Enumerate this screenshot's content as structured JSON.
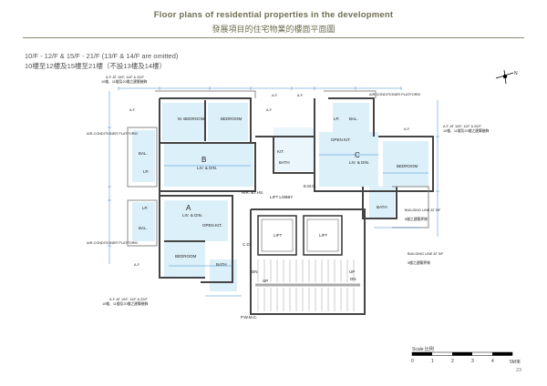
{
  "header": {
    "title_en": "Floor plans of residential properties in the development",
    "title_zh": "發展項目的住宅物業的樓面平面圖"
  },
  "floors": {
    "en": "10/F - 12/F & 15/F - 21/F (13/F & 14/F are omitted)",
    "zh": "10樓至12樓及15樓至21樓（不設13樓及14樓）"
  },
  "plan": {
    "north": "N",
    "flats": {
      "a": "A",
      "b": "B",
      "c": "C"
    },
    "rooms": {
      "m_bedroom": "M. BEDROOM",
      "bedroom": "BEDROOM",
      "liv_din": "LIV. & DIN.",
      "bal": "BAL.",
      "open_kit": "OPEN KIT.",
      "bath": "BATH",
      "kit": "KIT.",
      "lp": "LP.",
      "emc": "E.M.C.",
      "lift": "LIFT",
      "lift_lobby": "LIFT LOBBY",
      "hr_fhr": "H/R. &T.HS.",
      "cd": "C.D.",
      "pwmc": "P.W.M.C.",
      "up": "UP",
      "dn": "DN"
    },
    "notes": {
      "af": "A.F.",
      "ac_platform": "AIR-CONDITIONER PLATFORM",
      "af_10_20": "A.F. AT 10/F, 11/F & 20/F",
      "af_10_20_zh": "10樓、11樓及20樓之建築裝飾",
      "bl_en": "BUILDING LINE AT 5/F",
      "bl_zh": "5樓之建築界線"
    }
  },
  "scale": {
    "label": "Scale 比例",
    "ticks": [
      "0",
      "1",
      "2",
      "3",
      "4",
      "5M米"
    ]
  },
  "page_number": "23"
}
